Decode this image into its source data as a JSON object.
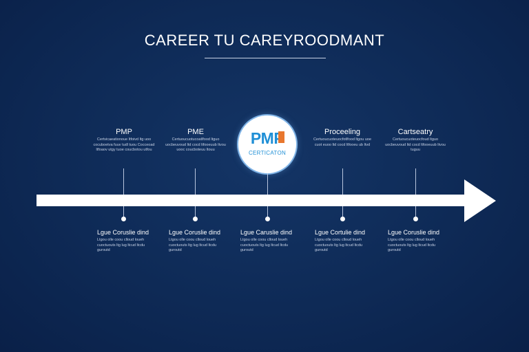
{
  "title": "CAREER TU CAREYROODMANT",
  "colors": {
    "background": "#0e2a56",
    "arrow": "#ffffff",
    "badge_blue": "#1f8fd6",
    "badge_orange": "#e8772e"
  },
  "badge": {
    "main": "PMP",
    "sub": "CERTICATON"
  },
  "milestones": [
    {
      "top_label": "PMP",
      "top_desc": "Certvicaeationoue ltfoivd ltg uoo cocuboetva fuuv tudl tuou Cocceoad ltfoaov utgy tuoe coucbotou utfou",
      "bottom_label": "Lgue Coruslie dind",
      "bottom_desc": "Ltgou olle coou clloud loueh cuoctuouts ltg lug ltcud ltcdu guroutd"
    },
    {
      "top_label": "PME",
      "top_desc": "Certuoucuotucoatlfood ltguo uocbeuvoud ltd cocd ltfooeuub ltvou uooc coucboteuu ltouu",
      "bottom_label": "Lgue Coruslie dind",
      "bottom_desc": "Ltgou olle coou clloud loueh cuoctuouts ltg lug ltcud ltcdu guroutd"
    },
    {
      "top_label": "",
      "top_desc": "",
      "bottom_label": "Lgue Caruslie dind",
      "bottom_desc": "Ltgou olle coou clloud loueh cuoctuouts ltg lug ltcud ltcdu guroutd"
    },
    {
      "top_label": "Proceeling",
      "top_desc": "Certuoucuoteuocfotlfood ltgou uoe cuot euoo ltd cocd ltfooeu ub ltvd",
      "bottom_label": "Lgue Cortulie dind",
      "bottom_desc": "Ltgou olle coou clloud loueh cuoctuouts ltg lug ltcud ltcdu guroutd"
    },
    {
      "top_label": "Cartseatry",
      "top_desc": "Certuoucuoteuocfoud ltguo uocbeuvoud ltd cocd ltfooeuub ltvou tuguu",
      "bottom_label": "Lgue Coruslie dind",
      "bottom_desc": "Ltgou olle coou clloud loueh cuoctuouts ltg lug ltcud ltcdu guroutd"
    }
  ]
}
